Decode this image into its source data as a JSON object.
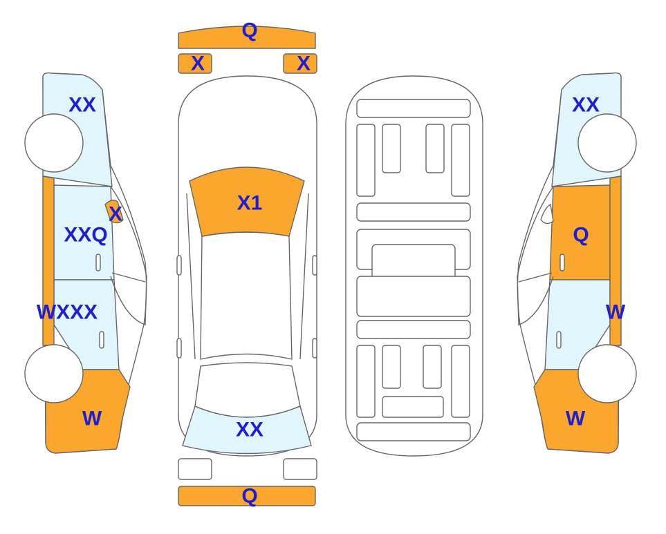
{
  "colors": {
    "damage": "#FBA72E",
    "painted": "#E1F5FC",
    "code": "#1E1ED2",
    "outline": "#666666"
  },
  "views": {
    "left_side": {
      "roof_pillar": "XX",
      "mirror": "X",
      "front_door": "XXQ",
      "sill": "WXXX",
      "front_fender": "W"
    },
    "top": {
      "front_bumper": "Q",
      "headlight_left": "X",
      "headlight_right": "X",
      "windshield": "X1",
      "rear_window": "XX",
      "rear_bumper": "Q"
    },
    "right_side": {
      "roof_pillar": "XX",
      "front_door": "Q",
      "sill": "W",
      "front_fender": "W"
    }
  }
}
